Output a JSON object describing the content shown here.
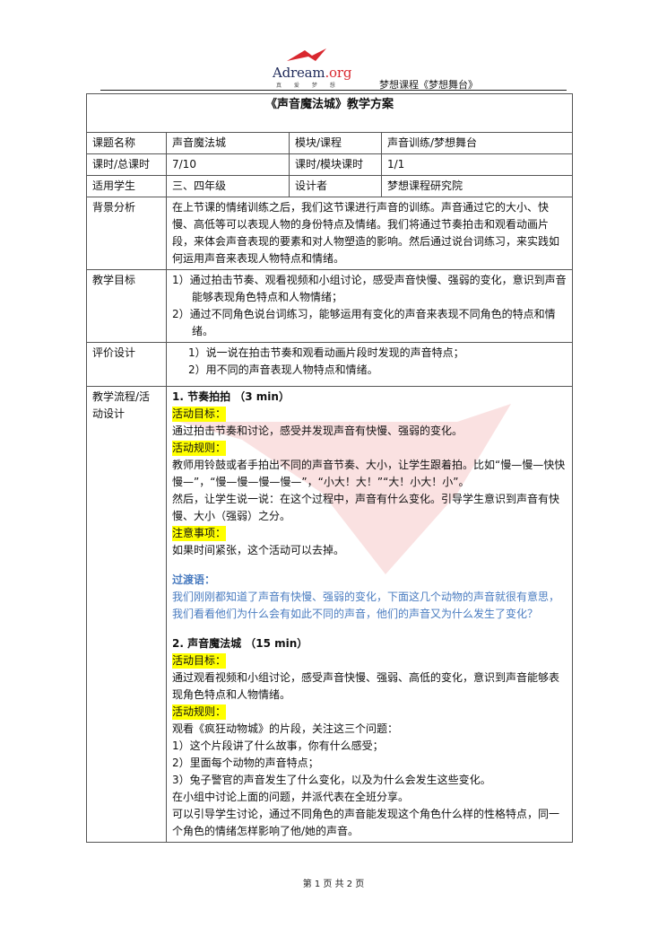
{
  "header": {
    "logo_text_main": "Adream",
    "logo_text_org": ".org",
    "logo_sub": "真 爱 梦 想",
    "course_label": "梦想课程《梦想舞台》"
  },
  "doc": {
    "title": "《声音魔法城》教学方案",
    "info": {
      "topic_label": "课题名称",
      "topic_value": "声音魔法城",
      "module_label": "模块/课程",
      "module_value": "声音训练/梦想舞台",
      "lesson_label": "课时/总课时",
      "lesson_value": "7/10",
      "module_lesson_label": "课时/模块课时",
      "module_lesson_value": "1/1",
      "students_label": "适用学生",
      "students_value": "三、四年级",
      "designer_label": "设计者",
      "designer_value": "梦想课程研究院"
    },
    "background": {
      "label": "背景分析",
      "text": "在上节课的情绪训练之后，我们这节课进行声音的训练。声音通过它的大小、快慢、高低等可以表现人物的身份特点及情绪。我们将通过节奏拍击和观看动画片段，来体会声音表现的要素和对人物塑造的影响。然后通过说台词练习，来实践如何运用声音来表现人物特点和情绪。"
    },
    "goals": {
      "label": "教学目标",
      "items": [
        "1）通过拍击节奏、观看视频和小组讨论，感受声音快慢、强弱的变化，意识到声音能够表现角色特点和人物情绪；",
        "2）通过不同角色说台词练习，能够运用有变化的声音来表现不同角色的特点和情绪。"
      ]
    },
    "evaluation": {
      "label": "评价设计",
      "items": [
        "1）说一说在拍击节奏和观看动画片段时发现的声音特点；",
        "2）用不同的声音表现人物特点和情绪。"
      ]
    },
    "process": {
      "label": "教学流程/活动设计",
      "s1_title": "1.   节奏拍拍 （3 min）",
      "s1_goal_label": "活动目标：",
      "s1_goal": "通过拍击节奏和讨论，感受并发现声音有快慢、强弱的变化。",
      "s1_rule_label": "活动规则：",
      "s1_rule1": "教师用铃鼓或者手拍出不同的声音节奏、大小，让学生跟着拍。比如“慢—慢—快快慢—”，“慢—慢—慢—慢—”，“小大！大！”“大！小大！小”。",
      "s1_rule2": "然后，让学生说一说：在这个过程中，声音有什么变化。引导学生意识到声音有快慢、大小（强弱）之分。",
      "s1_note_label": "注意事项：",
      "s1_note": "如果时间紧张，这个活动可以去掉。",
      "trans_label": "过渡语：",
      "trans_text": "我们刚刚都知道了声音有快慢、强弱的变化，下面这几个动物的声音就很有意思，我们看看他们为什么会有如此不同的声音，他们的声音又为什么发生了变化？",
      "s2_title": "2.   声音魔法城 （15 min）",
      "s2_goal_label": "活动目标：",
      "s2_goal": "通过观看视频和小组讨论，感受声音快慢、强弱、高低的变化，意识到声音能够表现角色特点和人物情绪。",
      "s2_rule_label": "活动规则：",
      "s2_lines": [
        "观看《疯狂动物城》的片段，关注这三个问题：",
        "1）这个片段讲了什么故事，你有什么感受；",
        "2）里面每个动物的声音特点；",
        "3）兔子警官的声音发生了什么变化，以及为什么会发生这些变化。",
        "在小组中讨论上面的问题，并派代表在全班分享。",
        "可以引导学生讨论，通过不同角色的声音能发现这个角色什么样的性格特点，同一个角色的情绪怎样影响了他/她的声音。"
      ]
    }
  },
  "footer": {
    "page_text": "第 1 页 共 2 页"
  },
  "colors": {
    "highlight": "#ffff00",
    "transition_text": "#4a7cc0",
    "logo_red": "#d9282f",
    "logo_navy": "#1f2a5a"
  }
}
